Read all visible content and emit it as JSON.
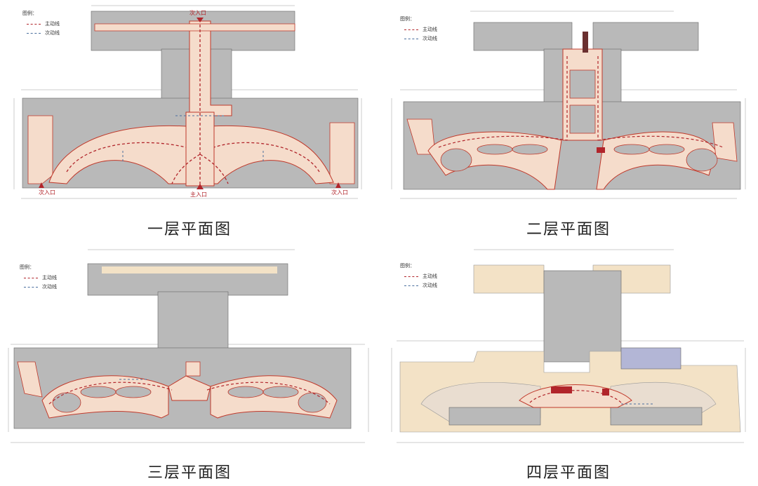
{
  "legend": {
    "title": "图例：",
    "primary_label": "主动线",
    "secondary_label": "次动线"
  },
  "entrances": {
    "main": "主入口",
    "secondary": "次入口"
  },
  "panels": [
    {
      "caption": "一层平面图"
    },
    {
      "caption": "二层平面图"
    },
    {
      "caption": "三层平面图"
    },
    {
      "caption": "四层平面图"
    }
  ],
  "colors": {
    "primary_route": "#b1252b",
    "secondary_route": "#4a6f9e",
    "corridor": "#f5dccb",
    "shop_fill": "#b9b9b9",
    "outline": "#c0392b",
    "outdoor": "#f3e2c6",
    "roof": "#b3b6d6"
  }
}
